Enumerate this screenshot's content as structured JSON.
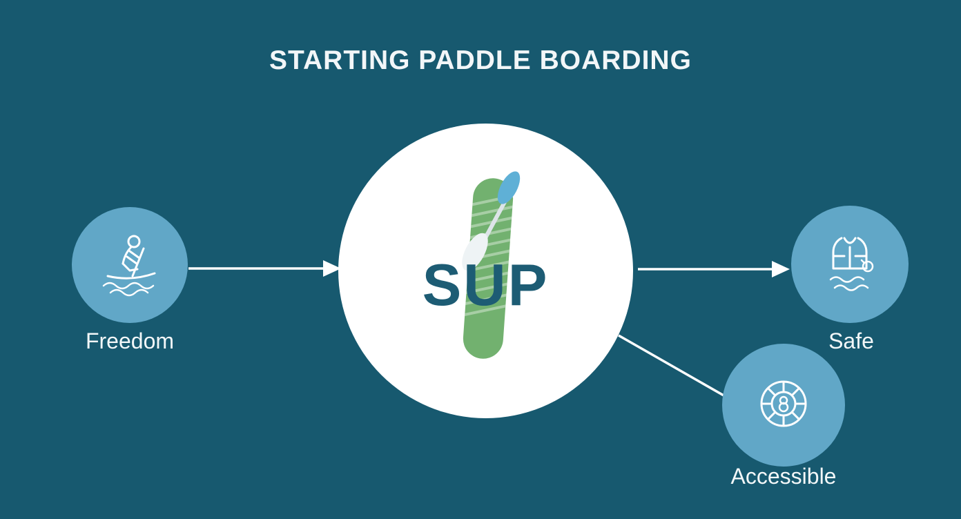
{
  "title": "STARTING PADDLE BOARDING",
  "center": {
    "label": "SUP",
    "icon": "paddleboard-with-paddle-icon"
  },
  "nodes": [
    {
      "id": "freedom",
      "label": "Freedom",
      "icon": "paddleboarder-icon"
    },
    {
      "id": "safe",
      "label": "Safe",
      "icon": "life-vest-icon"
    },
    {
      "id": "accessible",
      "label": "Accessible",
      "icon": "wheel-icon"
    }
  ],
  "connectors": [
    {
      "from": "freedom",
      "to": "center",
      "type": "arrow"
    },
    {
      "from": "center",
      "to": "safe",
      "type": "arrow"
    },
    {
      "from": "center",
      "to": "accessible",
      "type": "line"
    }
  ],
  "colors": {
    "background": "#17596f",
    "node_fill": "#61a7c7",
    "center_fill": "#ffffff",
    "title_text": "#f2f6f8",
    "label_text": "#f2f7f8",
    "sup_text": "#1d5c74",
    "board_green": "#72b16f",
    "paddle_blue": "#5fb0d6",
    "connector": "#ffffff"
  }
}
